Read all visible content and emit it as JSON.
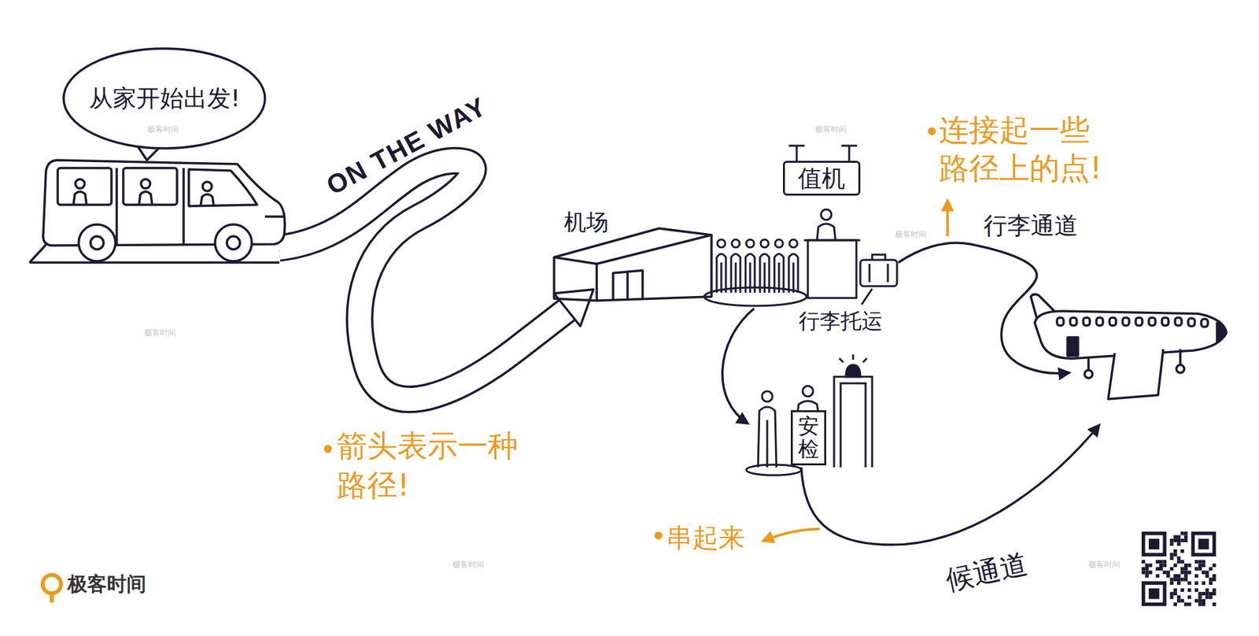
{
  "diagram": {
    "nodes": [
      {
        "text": [
          "从家开始出发!"
        ]
      },
      {
        "text": [
          "机场"
        ]
      },
      {
        "text": [
          "值机"
        ]
      },
      {
        "text": [
          "安检"
        ]
      }
    ],
    "edges": [
      {
        "from": 2,
        "to": 3,
        "arrow": "to"
      }
    ],
    "labels": [
      "ON THE WAY",
      "行李托运",
      "行李通道",
      "候通道",
      "箭头表示一种 路径!",
      "连接起一些 路径上的点!",
      "串起来",
      "极客时间",
      "极客时间",
      "极客时间",
      "极客时间",
      "极客时间",
      "极客时间",
      "极客时间"
    ]
  }
}
